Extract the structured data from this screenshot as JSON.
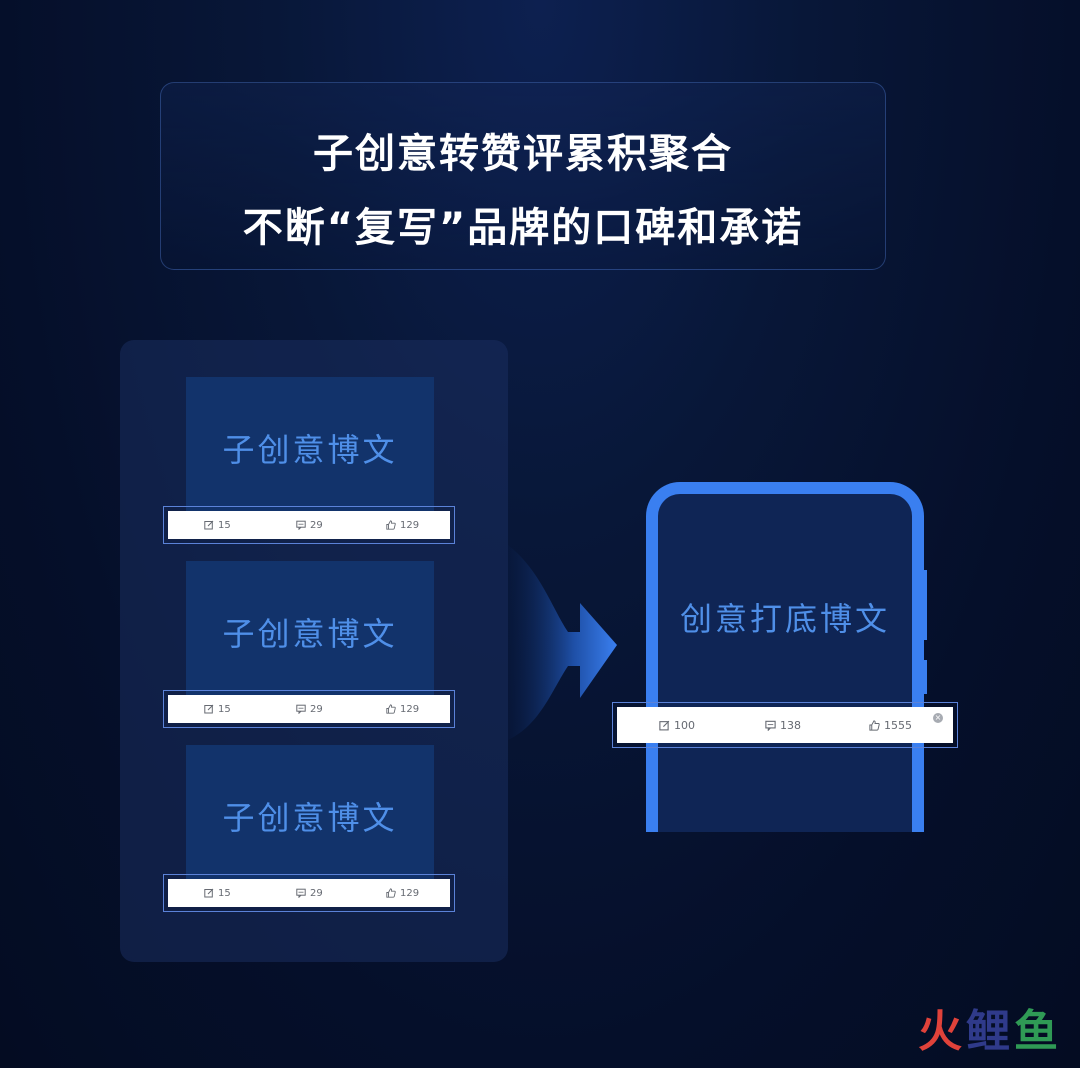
{
  "title": {
    "line1": "子创意转赞评累积聚合",
    "line2": "不断“复写”品牌的口碑和承诺"
  },
  "sub_cards": [
    {
      "label": "子创意博文",
      "reposts": "15",
      "comments": "29",
      "likes": "129"
    },
    {
      "label": "子创意博文",
      "reposts": "15",
      "comments": "29",
      "likes": "129"
    },
    {
      "label": "子创意博文",
      "reposts": "15",
      "comments": "29",
      "likes": "129"
    }
  ],
  "main_post": {
    "label": "创意打底博文",
    "reposts": "100",
    "comments": "138",
    "likes": "1555"
  },
  "icons": {
    "repost": "repost-icon",
    "comment": "comment-icon",
    "like": "thumbs-up-icon",
    "close": "close-icon"
  },
  "colors": {
    "accent": "#3a7ff0",
    "label_blue": "#4f8fe8",
    "card_bg": "#12336b"
  },
  "watermark": {
    "c1": "火",
    "c2": "鲤",
    "c3": "鱼"
  }
}
